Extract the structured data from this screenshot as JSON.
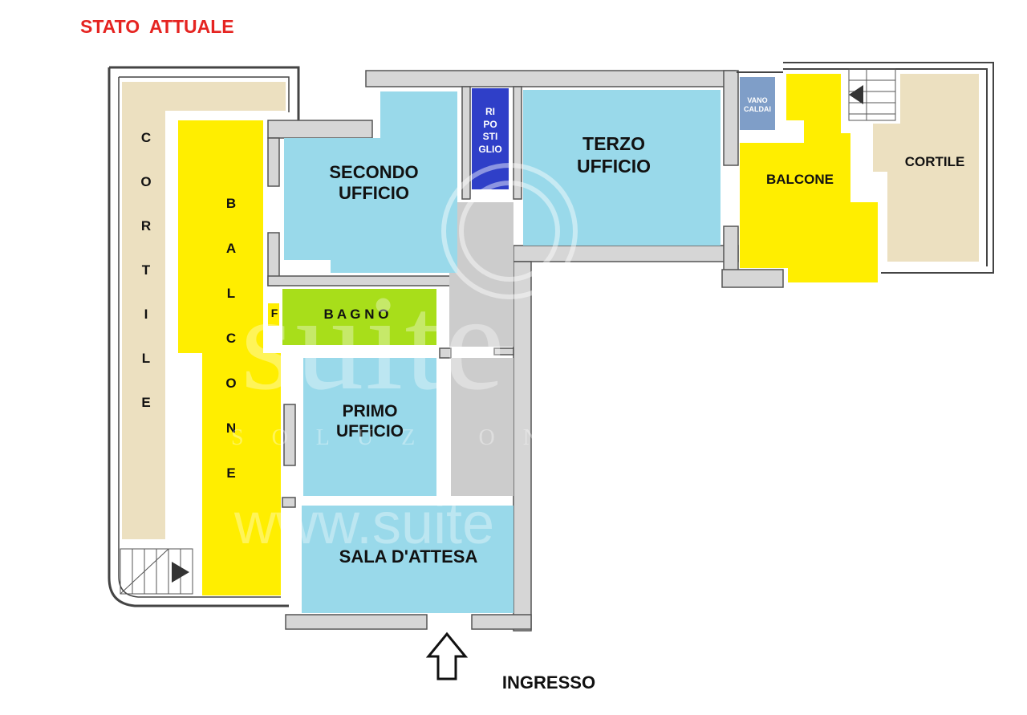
{
  "title": "STATO  ATTUALE",
  "colors": {
    "title": "#e52421",
    "office": "#99d9ea",
    "balcony": "#ffee00",
    "courtyard": "#ece0c0",
    "bath": "#a8de1a",
    "storage": "#2f3fc8",
    "boiler": "#7f9ec8",
    "corridor": "#cccccc",
    "wall": "#444444"
  },
  "rooms": {
    "secondo_ufficio": "SECONDO\nUFFICIO",
    "terzo_ufficio": "TERZO\nUFFICIO",
    "primo_ufficio": "PRIMO\nUFFICIO",
    "sala_attesa": "SALA D'ATTESA",
    "bagno": "B A G N O",
    "ripostiglio": "RI\nPO\nSTI\nGLIO",
    "vano_caldaia": "VANO\nCALDAI",
    "balcone_right": "BALCONE",
    "cortile_right": "CORTILE",
    "f_label": "F"
  },
  "vertical": {
    "cortile": [
      "C",
      "O",
      "R",
      "T",
      "I",
      "L",
      "E"
    ],
    "balcone": [
      "B",
      "A",
      "L",
      "C",
      "O",
      "N",
      "E"
    ]
  },
  "entrance": {
    "label": "INGRESSO",
    "icon": "arrow-up-icon"
  },
  "watermark": {
    "brand": "suite",
    "tagline": "S O L U Z I O N I",
    "url": "www.suite"
  }
}
